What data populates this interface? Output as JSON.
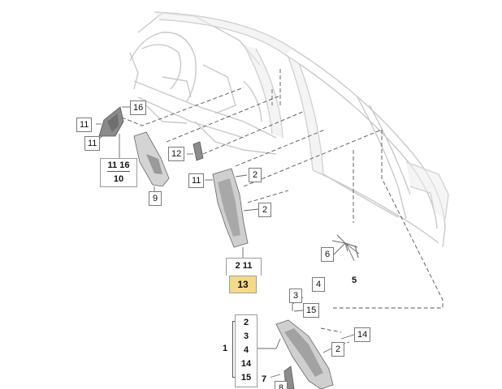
{
  "diagram": {
    "labels": {
      "l16": "16",
      "l11a": "11",
      "l11b": "11",
      "l12": "12",
      "l11c": "11",
      "l2a": "2",
      "l2b": "2",
      "l9": "9",
      "l6": "6",
      "l5": "5",
      "l3": "3",
      "l4": "4",
      "l15": "15",
      "l14": "14",
      "l2c": "2",
      "l7": "7",
      "l8": "8"
    },
    "group10": {
      "items": [
        "11",
        "16"
      ],
      "parent": "10"
    },
    "group13": {
      "items": [
        "2",
        "11"
      ],
      "parent": "13"
    },
    "group1": {
      "parent": "1",
      "items": [
        "2",
        "3",
        "4",
        "14",
        "15"
      ]
    },
    "colors": {
      "highlight": "#f5d98a",
      "line": "#7a7a7a",
      "body": "#d6d6d6"
    }
  }
}
